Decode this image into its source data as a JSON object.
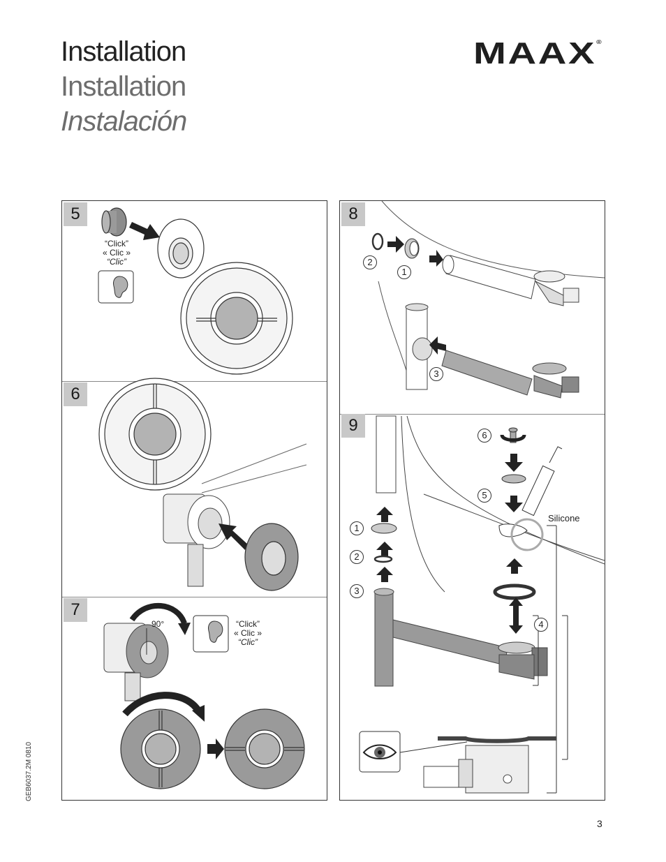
{
  "header": {
    "title_en": "Installation",
    "title_fr": "Installation",
    "title_es": "Instalación",
    "brand": "MAAX",
    "brand_mark": "®"
  },
  "steps": {
    "s5": "5",
    "s6": "6",
    "s7": "7",
    "s8": "8",
    "s9": "9"
  },
  "click_labels": {
    "click": "“Click”",
    "clic_fr": "« Clic »",
    "clic_es": "“Clic”"
  },
  "angle": "90°",
  "silicone": "Silicone",
  "callouts": {
    "c1": "1",
    "c2": "2",
    "c3": "3",
    "c4": "4",
    "c5": "5",
    "c6": "6"
  },
  "doc_code": "GEB6037.2M 0810",
  "page_number": "3",
  "icons": [
    "ear-icon",
    "eye-icon",
    "arrow-icon",
    "rotate-arrow-icon"
  ]
}
